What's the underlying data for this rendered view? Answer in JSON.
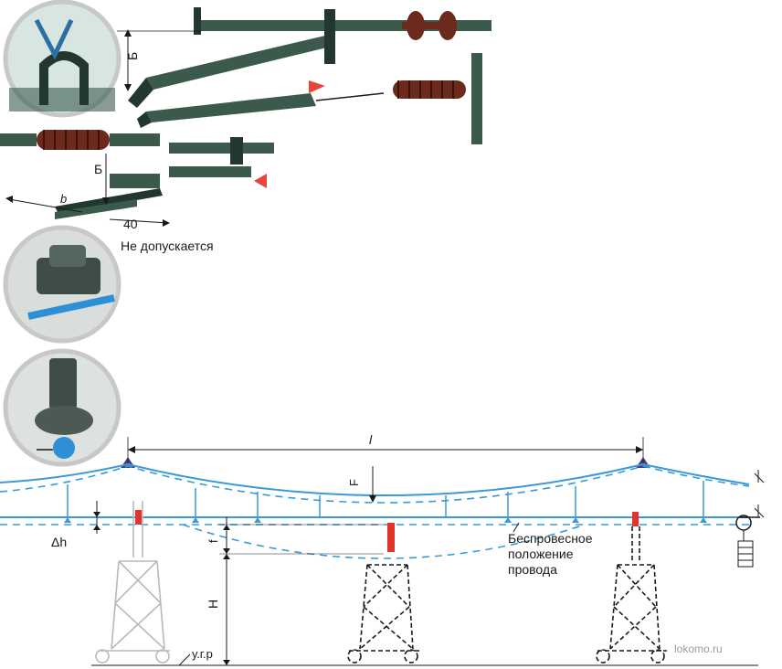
{
  "labels": {
    "dim_b_top": "Б",
    "dim_b_mid": "Б",
    "dim_b_small": "b",
    "dim_40": "40",
    "not_allowed": "Не допускается",
    "span_l": "l",
    "sag_f": "F",
    "delta_h": "Δh",
    "height_h": "H",
    "level_f": "f",
    "ground_level": "у.г.р",
    "wire_note_1": "Беспровесное",
    "wire_note_2": "положение",
    "wire_note_3": "провода"
  },
  "watermark": "lokomo.ru",
  "colors": {
    "rod": "#3b5a4c",
    "rod_dark": "#22372d",
    "insulator": "#6b2a1c",
    "arrow": "#e8453c",
    "wire": "#3a9ad9",
    "tower": "#1a1a1a",
    "tower_light": "#b9b9b9",
    "marker": "#e0342c"
  },
  "icons": [
    "hook-clamp-icon",
    "clamp-front-icon",
    "clamp-side-icon",
    "anchor-weight-icon"
  ]
}
